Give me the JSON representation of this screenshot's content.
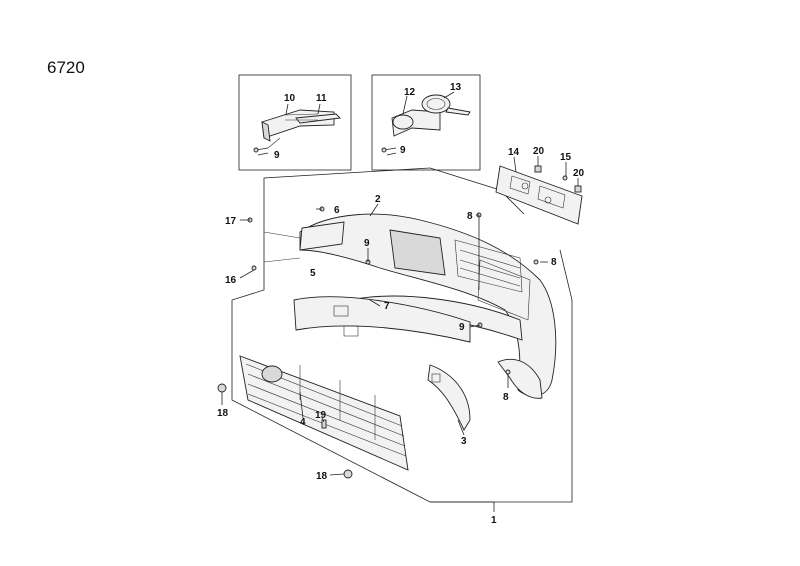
{
  "diagram": {
    "code": "6720",
    "callouts": {
      "c1": "1",
      "c2": "2",
      "c3": "3",
      "c4": "4",
      "c5": "5",
      "c6": "6",
      "c7": "7",
      "c8a": "8",
      "c8b": "8",
      "c8c": "8",
      "c9a": "9",
      "c9b": "9",
      "c9c": "9",
      "c9d": "9",
      "c10": "10",
      "c11": "11",
      "c12": "12",
      "c13": "13",
      "c14": "14",
      "c15": "15",
      "c16": "16",
      "c17": "17",
      "c18a": "18",
      "c18b": "18",
      "c19": "19",
      "c20a": "20",
      "c20b": "20"
    }
  }
}
